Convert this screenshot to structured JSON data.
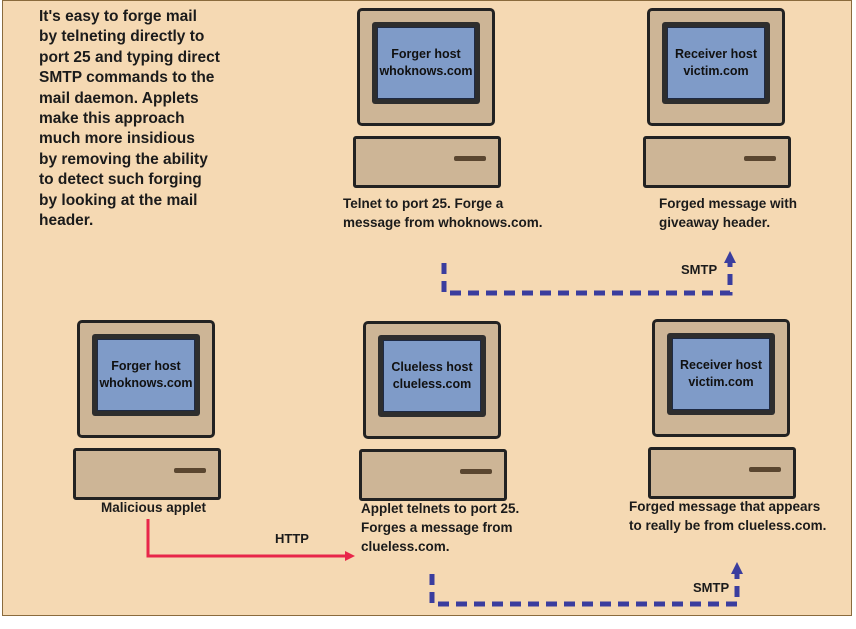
{
  "intro_text": "It's easy to forge mail\nby telneting directly to\nport 25 and typing direct\nSMTP commands to the\nmail daemon. Applets\nmake this approach\nmuch more insidious\nby removing the ability\nto detect such forging\nby looking at the mail\nheader.",
  "top_row": {
    "forger": {
      "screen_line1": "Forger host",
      "screen_line2": "whoknows.com",
      "caption": "Telnet to port 25. Forge a\nmessage from whoknows.com."
    },
    "receiver": {
      "screen_line1": "Receiver host",
      "screen_line2": "victim.com",
      "caption": "Forged message with\ngiveaway header."
    },
    "link_label": "SMTP"
  },
  "bottom_row": {
    "forger": {
      "screen_line1": "Forger host",
      "screen_line2": "whoknows.com",
      "caption": "Malicious applet"
    },
    "clueless": {
      "screen_line1": "Clueless host",
      "screen_line2": "clueless.com",
      "caption": "Applet telnets to port 25.\nForges a message from\nclueless.com."
    },
    "receiver": {
      "screen_line1": "Receiver host",
      "screen_line2": "victim.com",
      "caption": "Forged message that appears\nto really be from clueless.com."
    },
    "http_label": "HTTP",
    "smtp_label": "SMTP"
  },
  "colors": {
    "background": "#f5d9b3",
    "screen": "#7f9bc8",
    "case": "#cdb596",
    "smtp_line": "#3a3d9e",
    "http_arrow": "#e8264a"
  }
}
